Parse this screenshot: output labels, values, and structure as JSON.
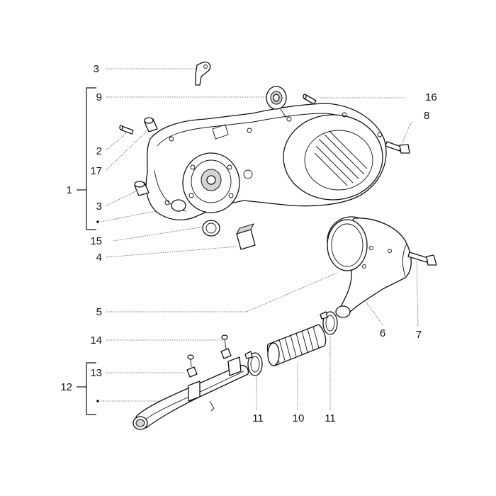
{
  "diagram": {
    "callouts": [
      {
        "id": "c3a",
        "label": "3"
      },
      {
        "id": "c9",
        "label": "9"
      },
      {
        "id": "c16",
        "label": "16"
      },
      {
        "id": "c8",
        "label": "8"
      },
      {
        "id": "c2",
        "label": "2"
      },
      {
        "id": "c17",
        "label": "17"
      },
      {
        "id": "c1",
        "label": "1"
      },
      {
        "id": "c3b",
        "label": "3"
      },
      {
        "id": "c15",
        "label": "15"
      },
      {
        "id": "c4",
        "label": "4"
      },
      {
        "id": "c5",
        "label": "5"
      },
      {
        "id": "c6",
        "label": "6"
      },
      {
        "id": "c7",
        "label": "7"
      },
      {
        "id": "c14",
        "label": "14"
      },
      {
        "id": "c13",
        "label": "13"
      },
      {
        "id": "c12",
        "label": "12"
      },
      {
        "id": "c11a",
        "label": "11"
      },
      {
        "id": "c10",
        "label": "10"
      },
      {
        "id": "c11b",
        "label": "11"
      }
    ]
  }
}
